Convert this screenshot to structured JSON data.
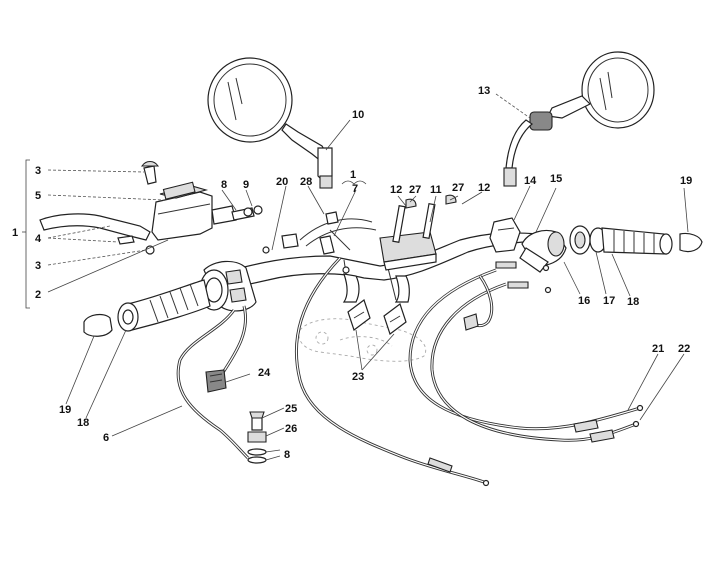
{
  "callouts": {
    "c1_left": "1",
    "c1_top": "1",
    "c2": "2",
    "c3_top": "3",
    "c3_bottom": "3",
    "c4": "4",
    "c5": "5",
    "c6": "6",
    "c7": "7",
    "c8_top": "8",
    "c8_bottom": "8",
    "c9": "9",
    "c10": "10",
    "c11": "11",
    "c12_left": "12",
    "c12_right": "12",
    "c13": "13",
    "c14": "14",
    "c15": "15",
    "c16": "16",
    "c17": "17",
    "c18_left": "18",
    "c18_right": "18",
    "c19_left": "19",
    "c19_right": "19",
    "c20": "20",
    "c21": "21",
    "c22": "22",
    "c23": "23",
    "c24": "24",
    "c25": "25",
    "c26": "26",
    "c27_left": "27",
    "c27_right": "27",
    "c28": "28"
  }
}
